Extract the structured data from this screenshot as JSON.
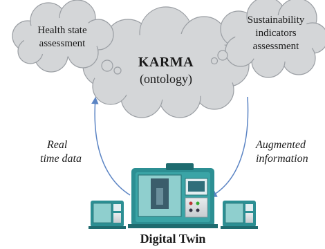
{
  "clouds": {
    "health": {
      "line1": "Health state",
      "line2": "assessment"
    },
    "sustain": {
      "line1": "Sustainability",
      "line2": "indicators",
      "line3": "assessment"
    },
    "karma": {
      "title": "KARMA",
      "subtitle": "(ontology)"
    }
  },
  "arrows": {
    "left": {
      "line1": "Real",
      "line2": "time data"
    },
    "right": {
      "line1": "Augmented",
      "line2": "information"
    }
  },
  "bottom_label": "Digital Twin",
  "colors": {
    "cloud_fill": "#d4d6d8",
    "cloud_stroke": "#9a9ea3",
    "arrow": "#5b84c4",
    "machine_teal": "#2c8f93",
    "machine_gray": "#d8dcdf"
  }
}
